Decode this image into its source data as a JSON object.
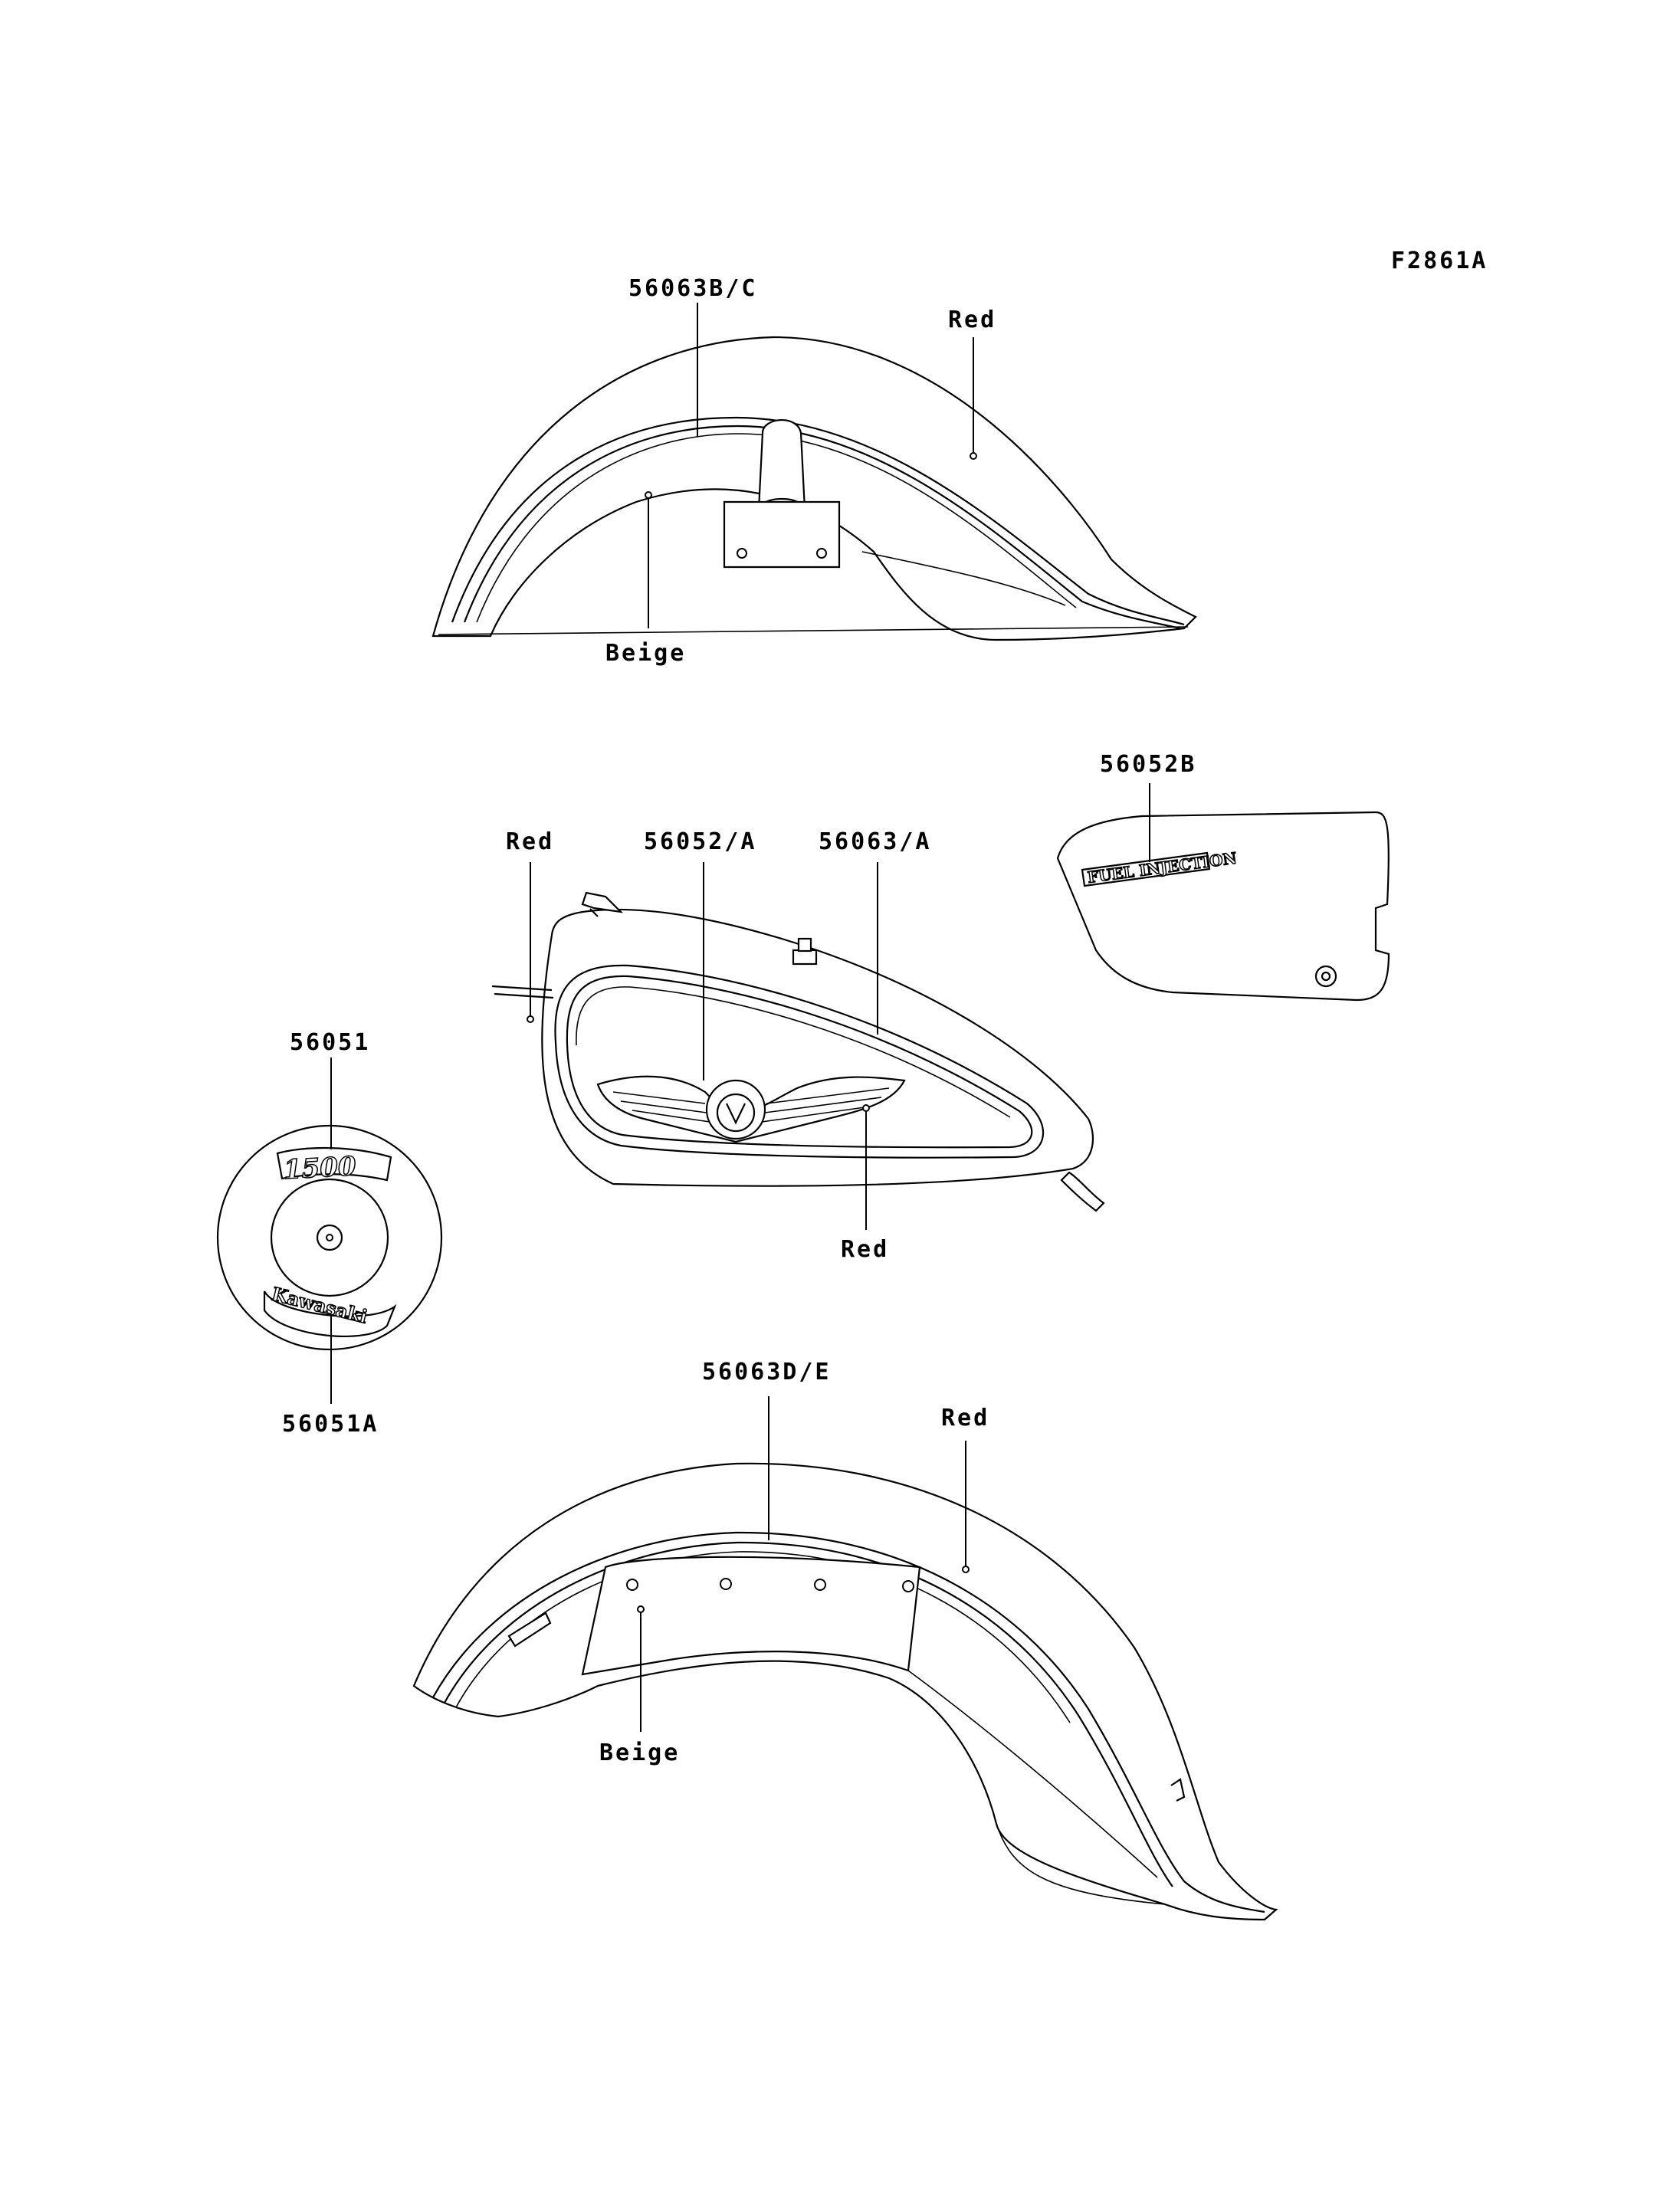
{
  "figure_code": "F2861A",
  "front_fender": {
    "part_label": "56063B/C",
    "color_upper": "Red",
    "color_lower": "Beige"
  },
  "fuel_tank": {
    "color_left": "Red",
    "emblem_label": "56052/A",
    "stripe_label": "56063/A",
    "color_bottom": "Red"
  },
  "side_cover": {
    "part_label": "56052B",
    "decal_text": "FUEL INJECTION"
  },
  "air_cleaner": {
    "top_label": "56051",
    "bottom_label": "56051A",
    "decal_top_text": "1500",
    "decal_bottom_text": "Kawasaki"
  },
  "rear_fender": {
    "part_label": "56063D/E",
    "color_upper": "Red",
    "color_lower": "Beige"
  }
}
